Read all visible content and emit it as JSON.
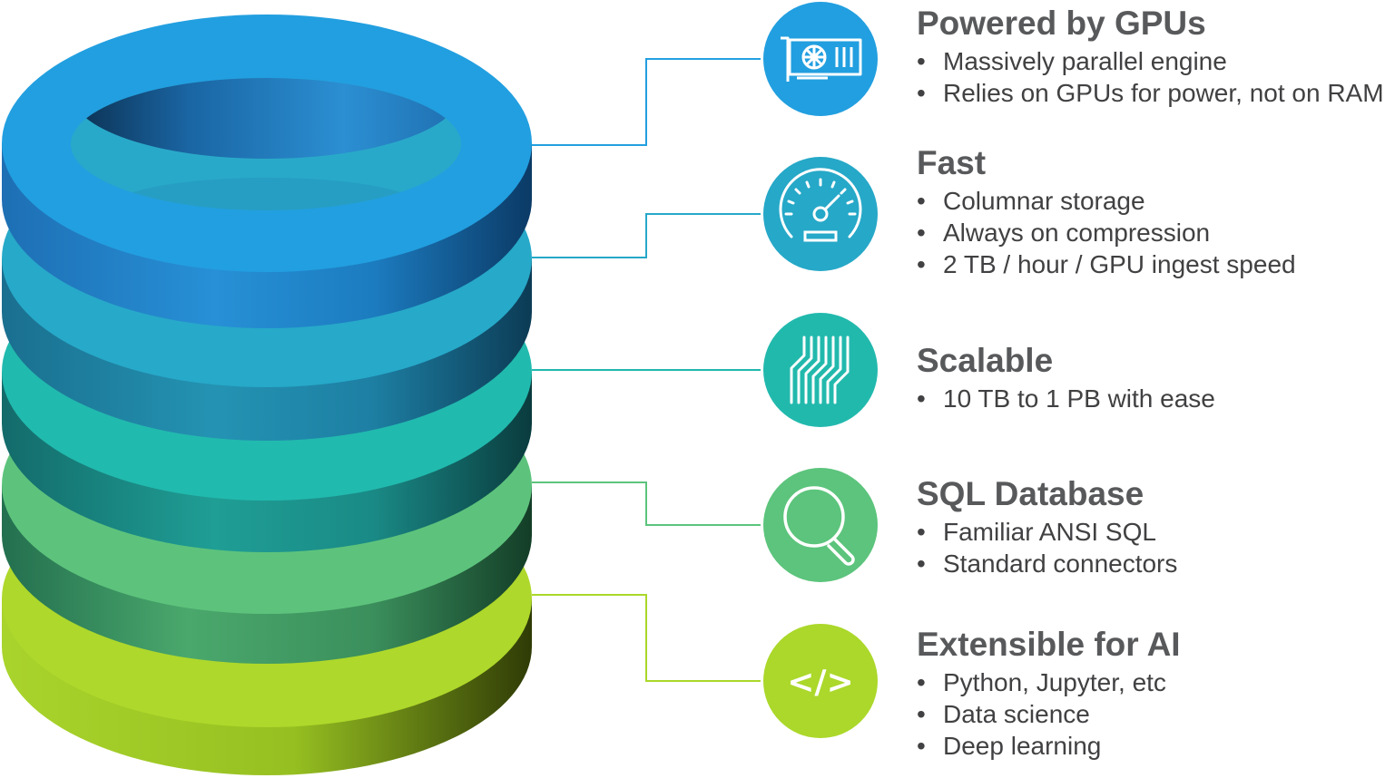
{
  "features": [
    {
      "id": "gpu",
      "title": "Powered by GPUs",
      "icon": "gpu-card-icon",
      "color": "#229fe0",
      "bullets": [
        "Massively parallel engine",
        "Relies on GPUs for power, not on RAM"
      ]
    },
    {
      "id": "fast",
      "title": "Fast",
      "icon": "speedometer-icon",
      "color": "#26a8c8",
      "bullets": [
        "Columnar storage",
        "Always on compression",
        "2 TB / hour / GPU ingest speed"
      ]
    },
    {
      "id": "scalable",
      "title": "Scalable",
      "icon": "circuit-lines-icon",
      "color": "#22b9ad",
      "bullets": [
        "10 TB to 1 PB with ease"
      ]
    },
    {
      "id": "sql",
      "title": "SQL Database",
      "icon": "magnifier-icon",
      "color": "#5cc47c",
      "bullets": [
        "Familiar ANSI SQL",
        "Standard connectors"
      ]
    },
    {
      "id": "ai",
      "title": "Extensible for AI",
      "icon": "code-icon",
      "color": "#abd82a",
      "code_glyph": "</>",
      "bullets": [
        "Python, Jupyter, etc",
        "Data science",
        "Deep learning"
      ]
    }
  ]
}
